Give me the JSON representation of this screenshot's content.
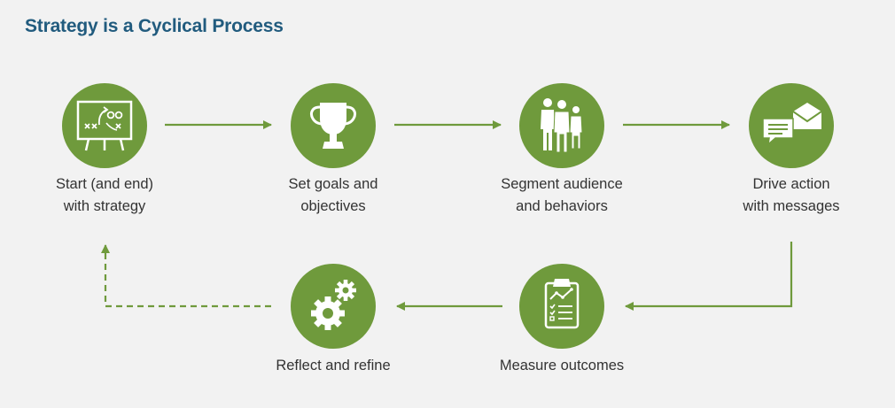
{
  "title": "Strategy is a Cyclical Process",
  "colors": {
    "title": "#215b7e",
    "accent_green": "#6f9a3c",
    "background": "#f2f2f2",
    "label_text": "#333333"
  },
  "steps": [
    {
      "label_line1": "Start (and end)",
      "label_line2": "with strategy",
      "icon": "playbook-whiteboard-icon"
    },
    {
      "label_line1": "Set goals and",
      "label_line2": "objectives",
      "icon": "trophy-icon"
    },
    {
      "label_line1": "Segment audience",
      "label_line2": "and behaviors",
      "icon": "people-group-icon"
    },
    {
      "label_line1": "Drive action",
      "label_line2": "with messages",
      "icon": "messages-envelope-icon"
    },
    {
      "label_line1": "Measure outcomes",
      "label_line2": "",
      "icon": "clipboard-chart-icon"
    },
    {
      "label_line1": "Reflect and refine",
      "label_line2": "",
      "icon": "gears-icon"
    }
  ],
  "flow": [
    {
      "from": "Start (and end) with strategy",
      "to": "Set goals and objectives",
      "style": "solid"
    },
    {
      "from": "Set goals and objectives",
      "to": "Segment audience and behaviors",
      "style": "solid"
    },
    {
      "from": "Segment audience and behaviors",
      "to": "Drive action with messages",
      "style": "solid"
    },
    {
      "from": "Drive action with messages",
      "to": "Measure outcomes",
      "style": "solid"
    },
    {
      "from": "Measure outcomes",
      "to": "Reflect and refine",
      "style": "solid"
    },
    {
      "from": "Reflect and refine",
      "to": "Start (and end) with strategy",
      "style": "dashed"
    }
  ]
}
